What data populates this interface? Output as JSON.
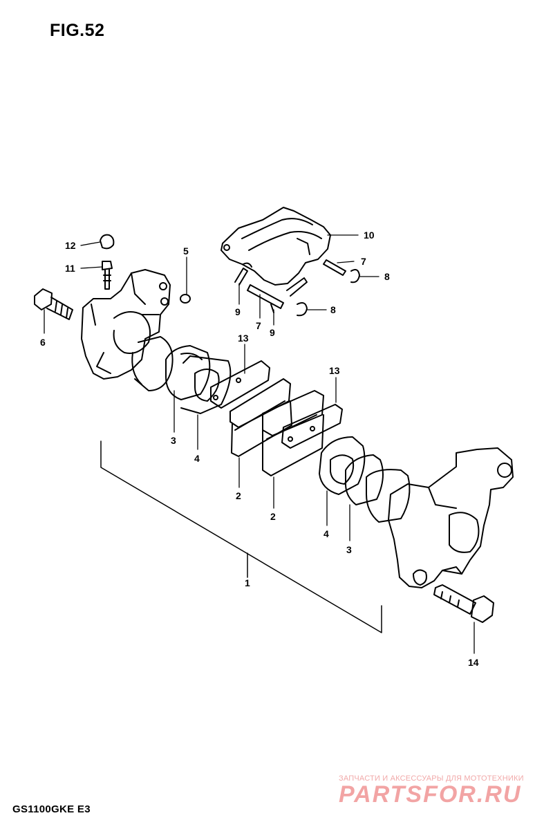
{
  "figure_title": "FIG.52",
  "model_code": "GS1100GKE E3",
  "watermark": {
    "caption": "ЗАПЧАСТИ И АКСЕССУАРЫ ДЛЯ МОТОТЕХНИКИ",
    "brand": "PARTSFOR.RU"
  },
  "callouts": [
    {
      "id": "c12",
      "text": "12"
    },
    {
      "id": "c11",
      "text": "11"
    },
    {
      "id": "c5",
      "text": "5"
    },
    {
      "id": "c6",
      "text": "6"
    },
    {
      "id": "c10",
      "text": "10"
    },
    {
      "id": "c7a",
      "text": "7"
    },
    {
      "id": "c8a",
      "text": "8"
    },
    {
      "id": "c9a",
      "text": "9"
    },
    {
      "id": "c7b",
      "text": "7"
    },
    {
      "id": "c9b",
      "text": "9"
    },
    {
      "id": "c8b",
      "text": "8"
    },
    {
      "id": "c13a",
      "text": "13"
    },
    {
      "id": "c13b",
      "text": "13"
    },
    {
      "id": "c3a",
      "text": "3"
    },
    {
      "id": "c4a",
      "text": "4"
    },
    {
      "id": "c2a",
      "text": "2"
    },
    {
      "id": "c2b",
      "text": "2"
    },
    {
      "id": "c4b",
      "text": "4"
    },
    {
      "id": "c3b",
      "text": "3"
    },
    {
      "id": "c1",
      "text": "1"
    },
    {
      "id": "c14",
      "text": "14"
    }
  ]
}
